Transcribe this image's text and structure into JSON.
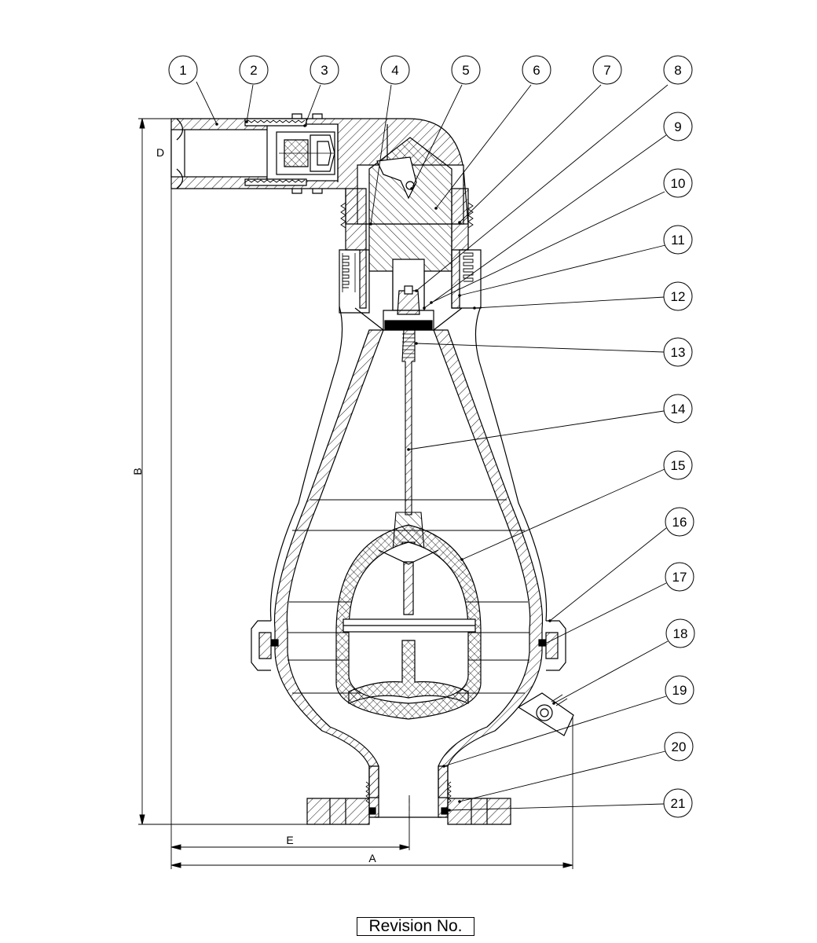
{
  "drawing": {
    "line_color": "#000000",
    "background": "#ffffff",
    "balloons": [
      "1",
      "2",
      "3",
      "4",
      "5",
      "6",
      "7",
      "8",
      "9",
      "10",
      "11",
      "12",
      "13",
      "14",
      "15",
      "16",
      "17",
      "18",
      "19",
      "20",
      "21"
    ],
    "dimensions": {
      "A": "A",
      "B": "B",
      "D": "D",
      "E": "E"
    }
  },
  "title_block": {
    "revision_label": "Revision No."
  }
}
